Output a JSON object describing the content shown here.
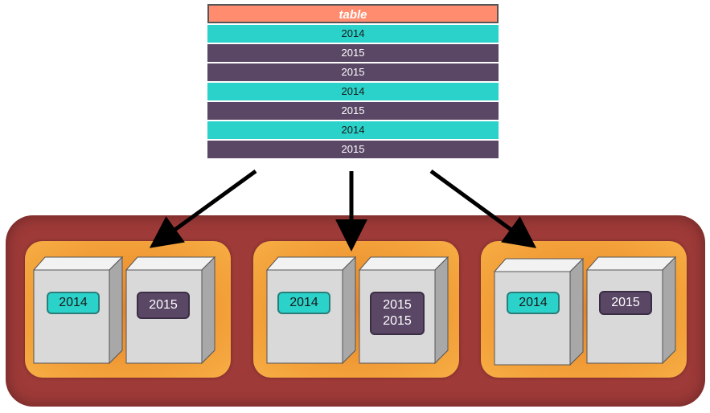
{
  "table": {
    "title": "table",
    "rows": [
      "2014",
      "2015",
      "2015",
      "2014",
      "2015",
      "2014",
      "2015"
    ]
  },
  "nodes": [
    {
      "boxes": [
        {
          "lines": [
            "2014"
          ]
        },
        {
          "lines": [
            "2015"
          ]
        }
      ]
    },
    {
      "boxes": [
        {
          "lines": [
            "2014"
          ]
        },
        {
          "lines": [
            "2015",
            "2015"
          ]
        }
      ]
    },
    {
      "boxes": [
        {
          "lines": [
            "2014"
          ]
        },
        {
          "lines": [
            "2015"
          ]
        }
      ]
    }
  ],
  "colors": {
    "header": "#ff8c6e",
    "teal": "#2bd2c9",
    "purple": "#5a4766",
    "cluster": "#9e3a38",
    "node": "#f3a13a",
    "box": "#d9d9d9"
  }
}
